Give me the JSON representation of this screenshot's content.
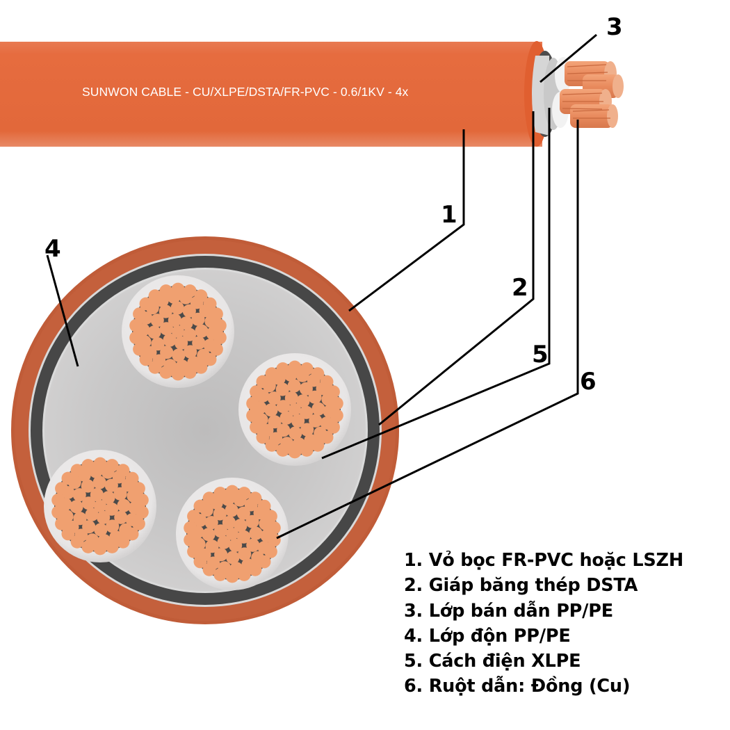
{
  "cable_marking": "SUNWON CABLE - CU/XLPE/DSTA/FR-PVC - 0.6/1KV - 4x",
  "cores": 4,
  "colors": {
    "sheath": "#E66B3D",
    "sheath_dark": "#C0603B",
    "armour": "#474747",
    "semi_conductive": "#D8D8D8",
    "filler": "#C9C8C8",
    "insulation": "#ECEAEA",
    "conductor": "#F0A070",
    "conductor_gap": "#4A4A4A"
  },
  "callouts": [
    {
      "number": "1",
      "layer": "sheath"
    },
    {
      "number": "2",
      "layer": "armour"
    },
    {
      "number": "3",
      "layer": "semi-conductive"
    },
    {
      "number": "4",
      "layer": "filler"
    },
    {
      "number": "5",
      "layer": "insulation"
    },
    {
      "number": "6",
      "layer": "conductor"
    }
  ],
  "legend": [
    "1. Vỏ bọc FR-PVC hoặc LSZH",
    "2. Giáp băng thép DSTA",
    "3. Lớp bán dẫn PP/PE",
    "4. Lớp độn PP/PE",
    "5. Cách điện XLPE",
    "6. Ruột dẫn: Đồng (Cu)"
  ]
}
